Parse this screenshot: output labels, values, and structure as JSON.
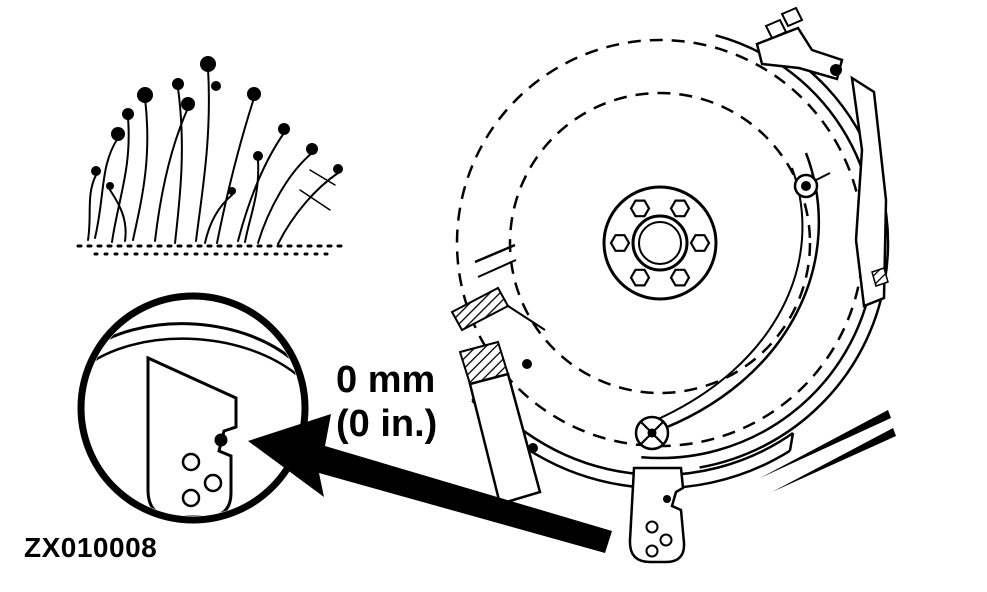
{
  "page": {
    "background": "#ffffff",
    "ink": "#000000"
  },
  "figure": {
    "id_label": "ZX010008"
  },
  "callout": {
    "measurement_line1": "0 mm",
    "measurement_line2": "(0 in.)"
  },
  "shapes": {
    "grass_icon": "grass-clump-illustration",
    "detail_icon": "magnified-detail-circle",
    "arrow_icon": "callout-arrow",
    "assembly_icon": "drum-assembly-line-drawing"
  }
}
